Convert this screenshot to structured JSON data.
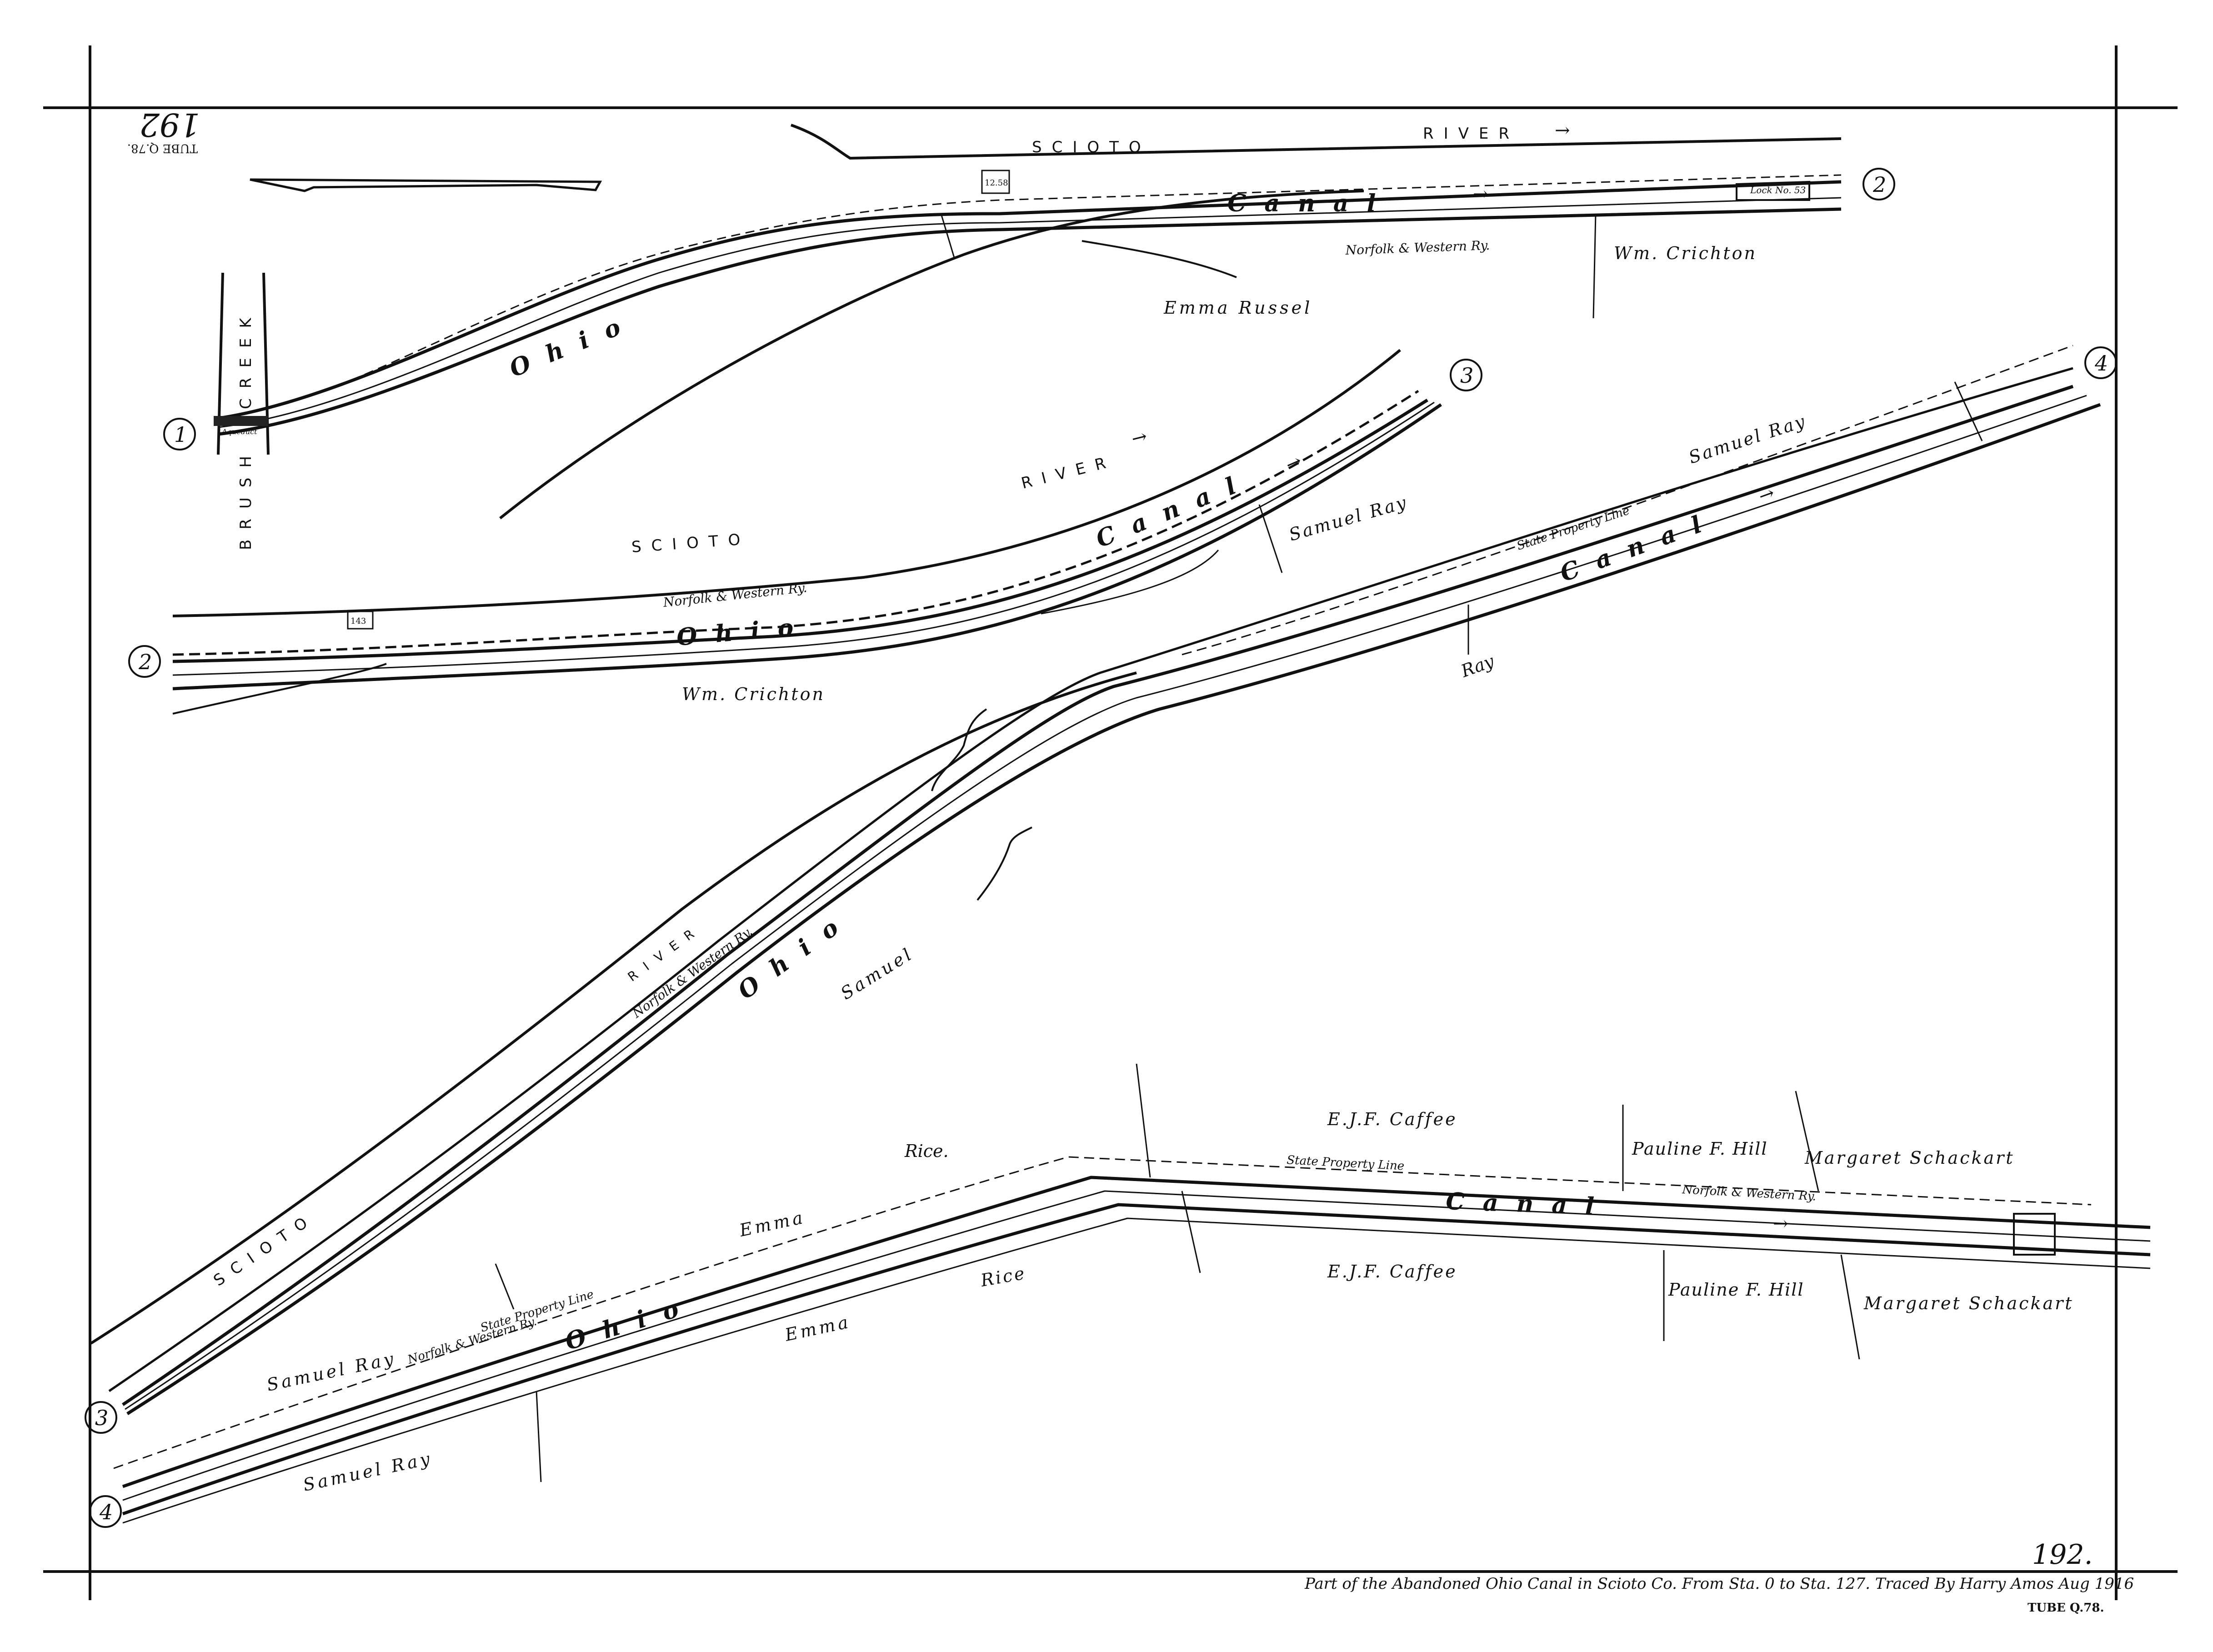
{
  "sheet": {
    "number_top_inverted": "192",
    "tube_top_inverted": "TUBE Q.78.",
    "number_bottom": "192.",
    "caption": "Part of the Abandoned Ohio Canal in Scioto Co. From Sta. 0 to Sta. 127. Traced By Harry Amos Aug 1916",
    "tube_bottom": "TUBE Q.78."
  },
  "match_points": [
    "1",
    "2",
    "3",
    "4"
  ],
  "panel1": {
    "river_a": "SCIOTO",
    "river_b": "RIVER",
    "creek_a": "CREEK",
    "creek_b": "BRUSH",
    "canal_a": "Ohio",
    "canal_b": "Canal",
    "railway": "Norfolk & Western Ry.",
    "owner_1": "Emma Russel",
    "owner_2": "Wm. Crichton",
    "aqueduct": "Aqueduct",
    "lock": "Lock No. 53",
    "box_note": "12.58"
  },
  "panel2": {
    "river_a": "SCIOTO",
    "river_b": "RIVER",
    "canal_a": "Ohio",
    "canal_b": "Canal",
    "railway": "Norfolk & Western Ry.",
    "owner_1": "Wm. Crichton",
    "owner_2": "Samuel Ray",
    "box_note": "143"
  },
  "panel3": {
    "river_a": "SCIOTO",
    "river_b": "RIVER",
    "canal_a": "Ohio",
    "canal_b": "Canal",
    "railway": "Norfolk & Western Ry.",
    "property_line": "State Property Line",
    "owner_1": "Samuel",
    "owner_2": "Ray",
    "owner_3": "Samuel Ray",
    "owner_4": "Samuel Ray"
  },
  "panel4": {
    "canal_a": "Ohio",
    "canal_b": "Canal",
    "railway_1": "Norfolk & Western Ry.",
    "railway_2": "Norfolk & Western Ry.",
    "property_line_1": "State Property Line",
    "property_line_2": "State Property Line",
    "owners_north": [
      "Emma",
      "Rice.",
      "E.J.F. Caffee",
      "Pauline F. Hill",
      "Margaret Schackart"
    ],
    "owners_south": [
      "Samuel Ray",
      "Samuel Ray",
      "Emma",
      "Rice",
      "E.J.F. Caffee",
      "Pauline F. Hill",
      "Margaret Schackart"
    ]
  },
  "colors": {
    "paper": "#ffffff",
    "ink": "#111111"
  }
}
